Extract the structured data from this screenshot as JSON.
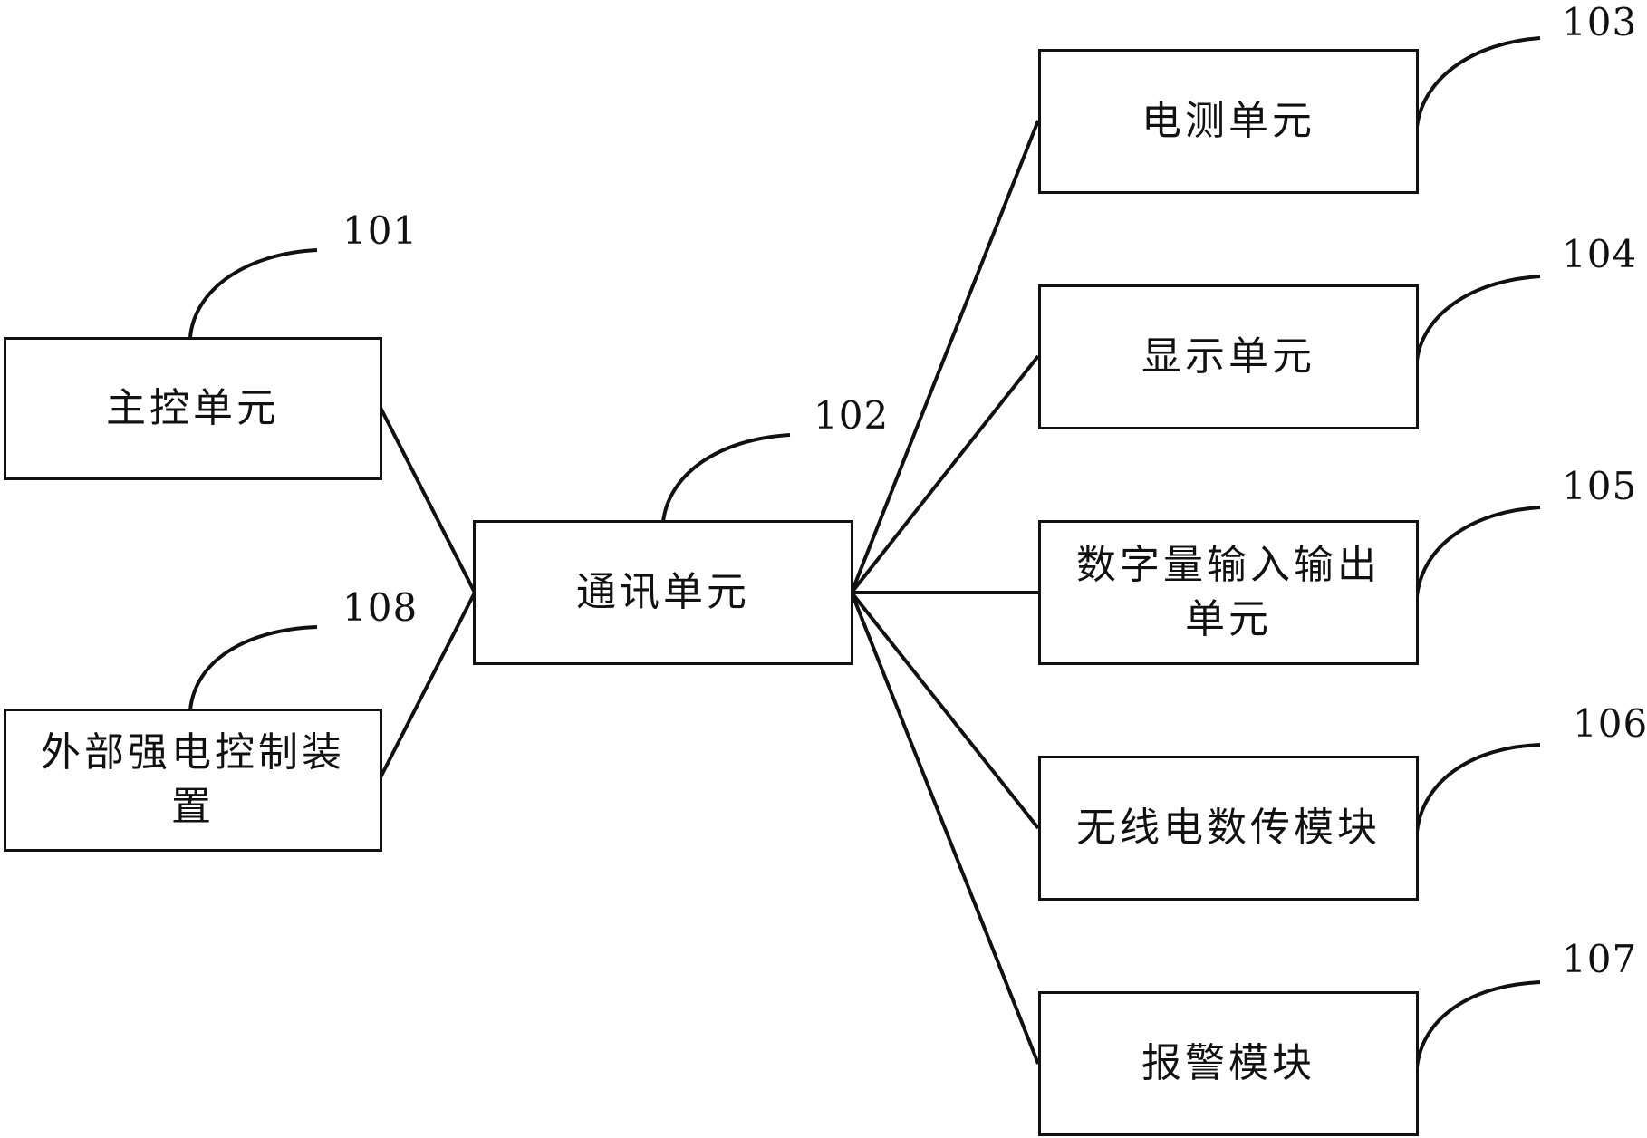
{
  "diagram": {
    "boxes": {
      "main_control": "主控单元",
      "comm": "通讯单元",
      "external": "外部强电控制装置",
      "meter": "电测单元",
      "display": "显示单元",
      "dio": "数字量输入输出单元",
      "wireless": "无线电数传模块",
      "alarm": "报警模块"
    },
    "refs": {
      "main_control": "101",
      "comm": "102",
      "meter": "103",
      "display": "104",
      "dio": "105",
      "wireless": "106",
      "alarm": "107",
      "external": "108"
    }
  }
}
